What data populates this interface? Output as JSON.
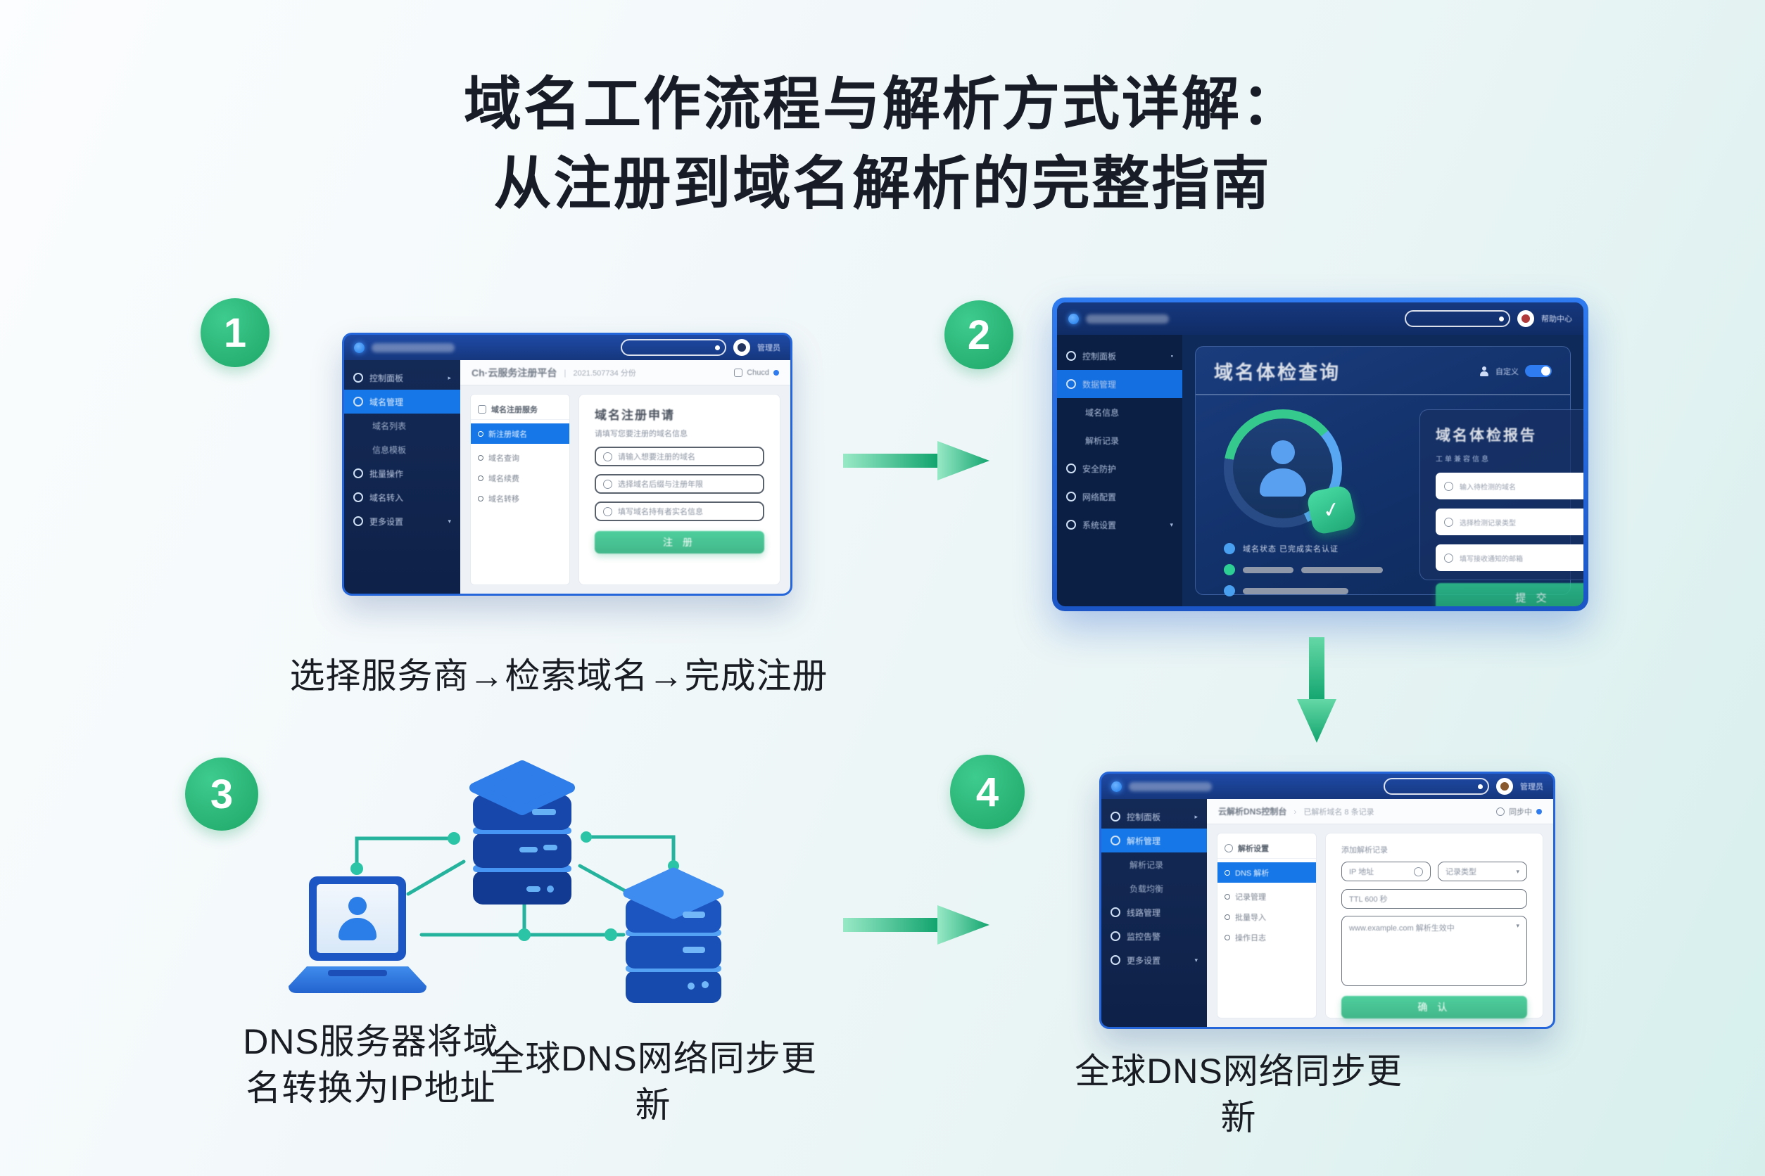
{
  "title": {
    "line1": "域名工作流程与解析方式详解：",
    "line2": "从注册到域名解析的完整指南"
  },
  "colors": {
    "accent_green": "#23ac72",
    "teal_line": "#25b39e",
    "frame_blue": "#2567da",
    "deep_navy": "#0e2a5a",
    "button_green": "#2abf85",
    "arrow_light": "#98e9c6",
    "arrow_dark": "#12a46e"
  },
  "steps": {
    "s1": {
      "number": "1",
      "caption": "选择服务商→检索域名→完成注册"
    },
    "s2": {
      "number": "2"
    },
    "s3": {
      "number": "3",
      "caption_line1": "DNS服务器将域",
      "caption_line2": "名转换为IP地址",
      "caption_right": "全球DNS网络同步更新"
    },
    "s4": {
      "number": "4",
      "caption": "全球DNS网络同步更新"
    }
  },
  "mockup1": {
    "topbar": {
      "user": "管理员"
    },
    "breadcrumb": {
      "brand": "Ch·云服务注册平台",
      "path": "2021.507734 分份",
      "right": "Chucd"
    },
    "sidebar": [
      {
        "label": "控制面板",
        "chevron": "▸"
      },
      {
        "label": "域名管理"
      },
      {
        "label": "域名列表"
      },
      {
        "label": "信息模板"
      },
      {
        "label": "批量操作"
      },
      {
        "label": "域名转入"
      },
      {
        "label": "更多设置",
        "chevron": "▾"
      }
    ],
    "subnav": {
      "title": "域名注册服务",
      "active": "新注册域名",
      "items": [
        "域名查询",
        "域名续费",
        "域名转移"
      ]
    },
    "form": {
      "title": "域名注册申请",
      "sublabel": "请填写您要注册的域名信息",
      "inputs": [
        "请输入想要注册的域名",
        "选择域名后缀与注册年限",
        "填写域名持有者实名信息"
      ],
      "submit": "注 册"
    }
  },
  "mockup2": {
    "topbar": {
      "user": "帮助中心"
    },
    "sidebar": [
      {
        "label": "控制面板",
        "chevron": "▪"
      },
      {
        "label": "数据管理"
      },
      {
        "label": "域名信息"
      },
      {
        "label": "解析记录"
      },
      {
        "label": "安全防护"
      },
      {
        "label": "网络配置"
      },
      {
        "label": "系统设置",
        "chevron": "▾"
      }
    ],
    "panel": {
      "title": "域名体检查询",
      "side_label": "自定义",
      "bullet1": "域名状态 已完成实名认证"
    },
    "card": {
      "title": "域名体检报告",
      "label": "工单兼容信息",
      "inputs": [
        "输入待检测的域名",
        "选择检测记录类型",
        "填写接收通知的邮箱"
      ],
      "submit": "提 交"
    }
  },
  "mockup4": {
    "topbar": {
      "user": "管理员"
    },
    "breadcrumb": {
      "brand": "云解析DNS控制台",
      "path": "已解析域名 8 条记录",
      "right": "同步中"
    },
    "sidebar": [
      {
        "label": "控制面板",
        "chevron": "▸"
      },
      {
        "label": "解析管理"
      },
      {
        "label": "解析记录"
      },
      {
        "label": "负载均衡"
      },
      {
        "label": "线路管理"
      },
      {
        "label": "监控告警"
      },
      {
        "label": "更多设置",
        "chevron": "▾"
      }
    ],
    "subnav": {
      "title": "解析设置",
      "active": "DNS 解析",
      "items": [
        "记录管理",
        "批量导入",
        "操作日志"
      ]
    },
    "form": {
      "label": "添加解析记录",
      "input_ip": "IP 地址",
      "input_type": "记录类型",
      "input_ttl": "TTL 600 秒",
      "textarea": "www.example.com 解析生效中",
      "textarea_corner": "▾",
      "submit": "确 认"
    }
  }
}
